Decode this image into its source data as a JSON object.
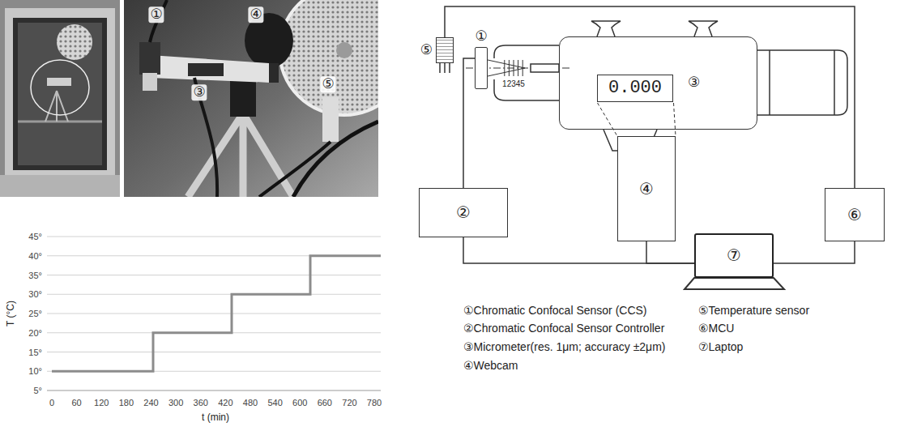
{
  "diagram": {
    "nodes": [
      {
        "text": [
          "①"
        ]
      },
      {
        "text": [
          "⑤"
        ]
      },
      {
        "text": [
          "③"
        ]
      },
      {
        "text": [
          "0.000"
        ],
        "in": 2
      },
      {
        "text": [
          "②"
        ]
      },
      {
        "text": [
          "④"
        ]
      },
      {
        "text": [
          "⑥"
        ]
      },
      {
        "text": [
          "⑦"
        ]
      }
    ],
    "edges": [
      {
        "from": 0,
        "to": 4,
        "arrow": "none"
      },
      {
        "from": 1,
        "to": 6,
        "arrow": "none"
      },
      {
        "from": 4,
        "to": 7,
        "arrow": "none"
      },
      {
        "from": 5,
        "to": 7,
        "arrow": "none"
      },
      {
        "from": 6,
        "to": 7,
        "arrow": "none"
      }
    ],
    "labels": [
      "①",
      "④",
      "③",
      "⑤",
      "45°",
      "40°",
      "35°",
      "30°",
      "25°",
      "20°",
      "15°",
      "10°",
      "5°",
      "0",
      "60",
      "120",
      "180",
      "240",
      "300",
      "360",
      "420",
      "480",
      "540",
      "600",
      "660",
      "720",
      "780",
      "T (°C)",
      "t (min)",
      "12345",
      "①Chromatic Confocal Sensor (CCS)",
      "②Chromatic Confocal Sensor Controller",
      "③Micrometer(res. 1μm; accuracy ±2μm)",
      "④Webcam",
      "⑤Temperature sensor",
      "⑥MCU",
      "⑦Laptop"
    ]
  }
}
